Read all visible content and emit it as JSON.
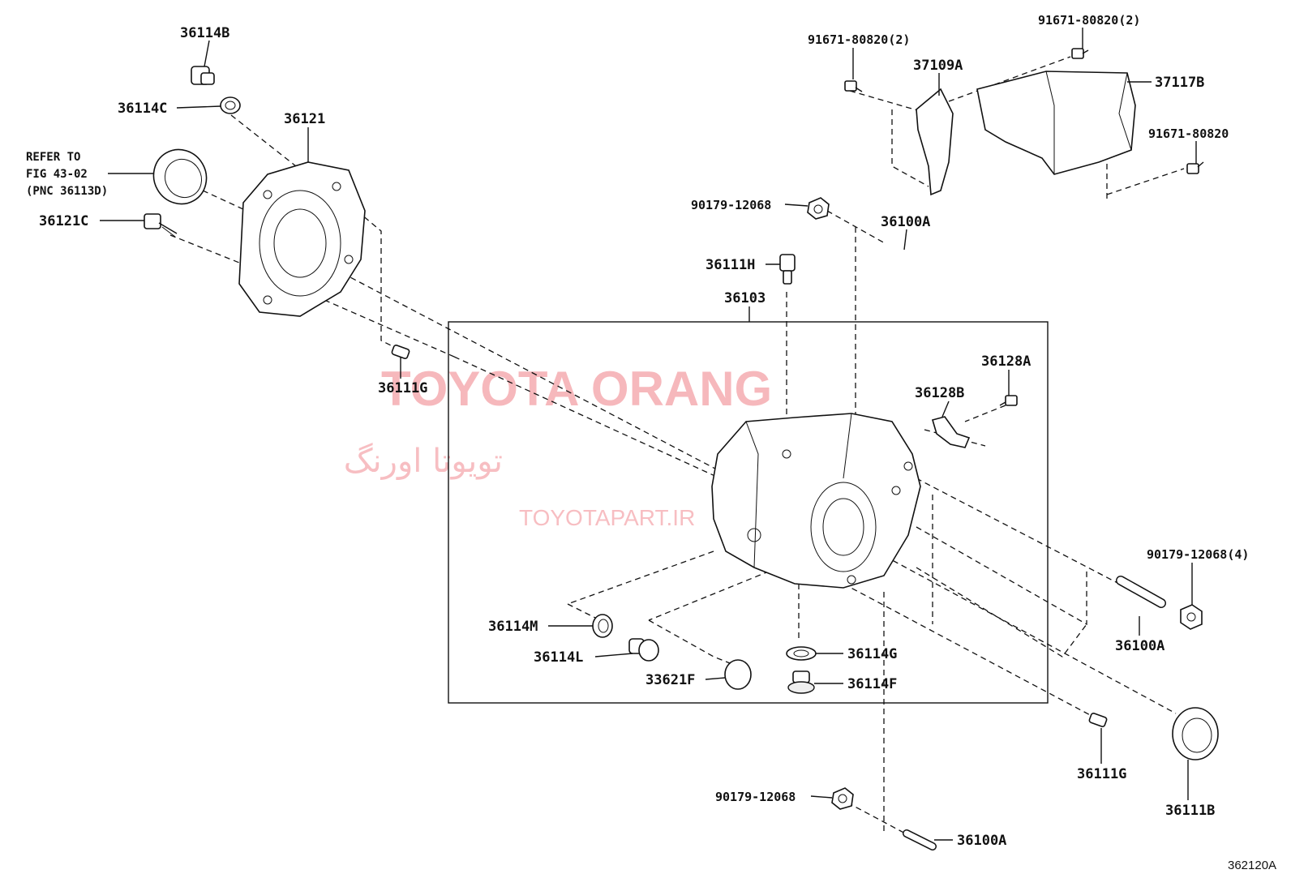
{
  "diagram": {
    "figure_number": "362120A",
    "watermark": {
      "line1": "TOYOTA ORANG",
      "line2": "تویوتا اورنگ",
      "line3": "TOYOTAPART.IR"
    },
    "note": {
      "line1": "REFER TO",
      "line2": "FIG 43-02",
      "line3": "(PNC 36113D)"
    },
    "labels": {
      "p36114B": "36114B",
      "p36114C": "36114C",
      "p36121": "36121",
      "p36121C": "36121C",
      "p36111G_top": "36111G",
      "p91671_left": "91671-80820(2)",
      "p91671_top": "91671-80820(2)",
      "p37109A": "37109A",
      "p37117B": "37117B",
      "p91671_right": "91671-80820",
      "p90179_top": "90179-12068",
      "p36100A_top": "36100A",
      "p36111H": "36111H",
      "p36103": "36103",
      "p36128A": "36128A",
      "p36128B": "36128B",
      "p90179_right": "90179-12068(4)",
      "p36100A_right": "36100A",
      "p36114M": "36114M",
      "p36114L": "36114L",
      "p33621F": "33621F",
      "p36114G": "36114G",
      "p36114F": "36114F",
      "p36111G_bottom": "36111G",
      "p36111B": "36111B",
      "p90179_bottom": "90179-12068",
      "p36100A_bottom": "36100A"
    }
  }
}
